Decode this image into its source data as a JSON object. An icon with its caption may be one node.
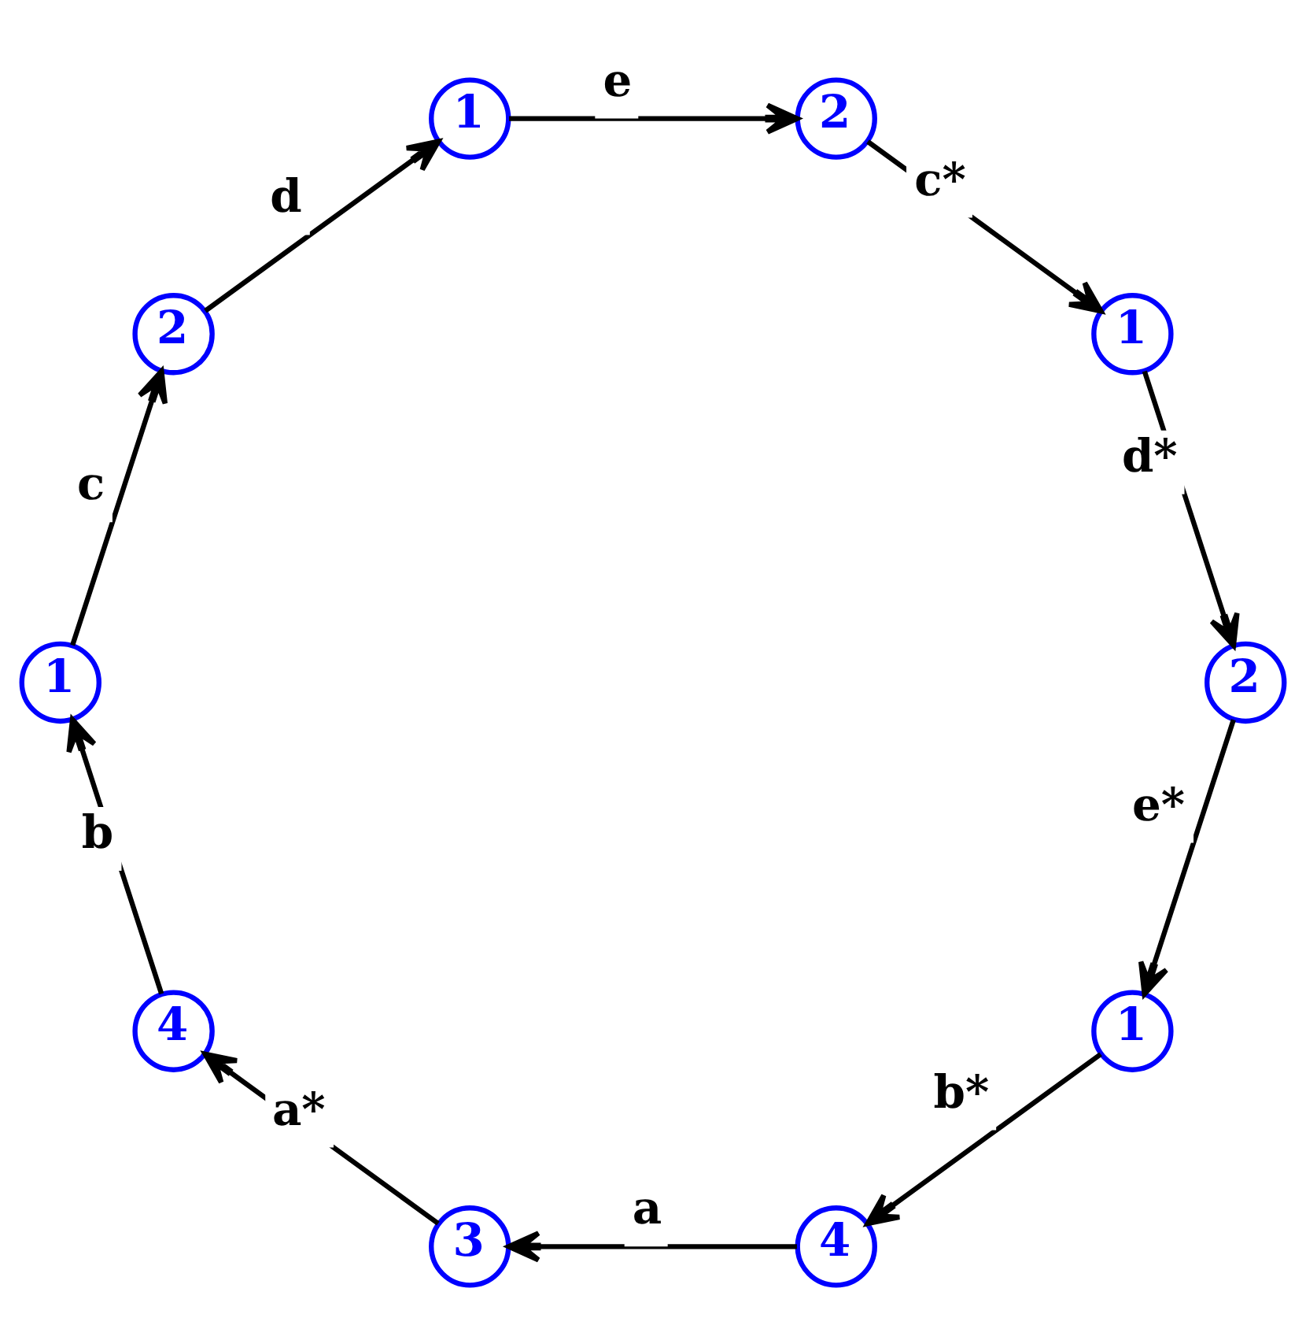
{
  "diagram": {
    "nodes": [
      {
        "text": [
          "1"
        ]
      },
      {
        "text": [
          "2"
        ]
      },
      {
        "text": [
          "4"
        ]
      },
      {
        "text": [
          "1"
        ]
      },
      {
        "text": [
          "3"
        ]
      },
      {
        "text": [
          "2"
        ]
      },
      {
        "text": [
          "4"
        ]
      },
      {
        "text": [
          "1"
        ]
      },
      {
        "text": [
          "1"
        ]
      },
      {
        "text": [
          "2"
        ]
      }
    ],
    "edges": [
      {
        "from": 1,
        "to": 0,
        "arrow": "to",
        "label": "e*"
      },
      {
        "from": 0,
        "to": 2,
        "arrow": "to",
        "label": "b*"
      },
      {
        "from": 2,
        "to": 4,
        "arrow": "to",
        "label": "a"
      },
      {
        "from": 4,
        "to": 6,
        "arrow": "to",
        "label": "a*"
      },
      {
        "from": 6,
        "to": 8,
        "arrow": "to",
        "label": "b"
      },
      {
        "from": 8,
        "to": 9,
        "arrow": "to",
        "label": "c"
      },
      {
        "from": 9,
        "to": 7,
        "arrow": "to",
        "label": "d"
      },
      {
        "from": 7,
        "to": 5,
        "arrow": "to",
        "label": "e"
      },
      {
        "from": 5,
        "to": 3,
        "arrow": "to",
        "label": "c*"
      },
      {
        "from": 3,
        "to": 1,
        "arrow": "to",
        "label": "d*"
      }
    ]
  }
}
